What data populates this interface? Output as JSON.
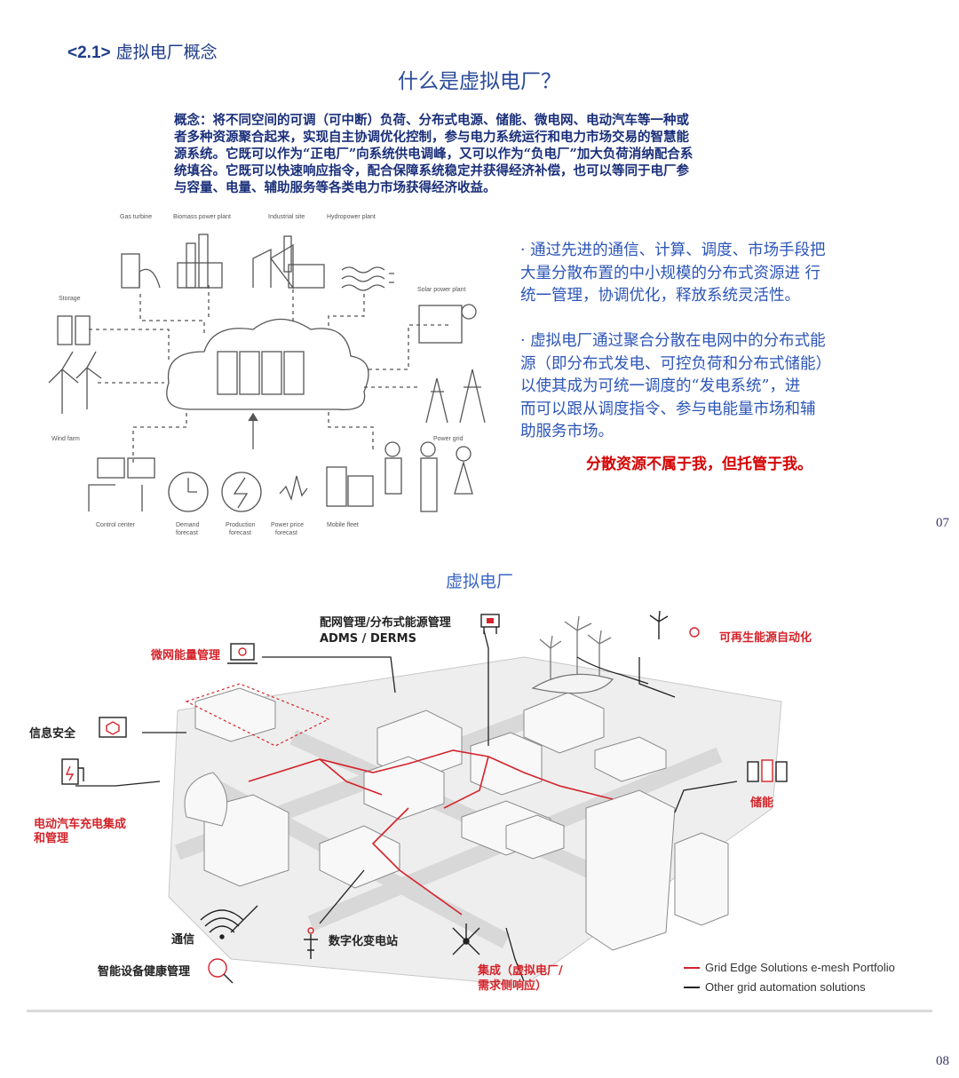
{
  "page1": {
    "section_num": "<2.1>",
    "section_title": " 虚拟电厂概念",
    "title": "什么是虚拟电厂？",
    "concept_lines": [
      "概念：将不同空间的可调（可中断）负荷、分布式电源、储能、微电网、电动汽车等一种或",
      "者多种资源聚合起来，实现自主协调优化控制，参与电力系统运行和电力市场交易的智慧能",
      "源系统。它既可以作为“正电厂”向系统供电调峰，又可以作为“负电厂”加大负荷消纳配合系",
      "统填谷。它既可以快速响应指令，配合保障系统稳定并获得经济补偿，也可以等同于电厂参",
      "与容量、电量、辅助服务等各类电力市场获得经济收益。"
    ],
    "bullet1_lines": [
      "· 通过先进的通信、计算、调度、市场手段把",
      "大量分散布置的中小规模的分布式资源进 行",
      "统一管理，协调优化，释放系统灵活性。"
    ],
    "bullet2_lines": [
      "· 虚拟电厂通过聚合分散在电网中的分布式能",
      "源（即分布式发电、可控负荷和分布式储能）",
      "以使其成为可统一调度的“发电系统”，进",
      "而可以跟从调度指令、参与电能量市场和辅",
      "助服务市场。"
    ],
    "slogan": "分散资源不属于我，但托管于我。",
    "page_number": "07",
    "diagram_labels": {
      "gas_turbine": "Gas turbine",
      "biomass": "Biomass power plant",
      "industrial": "Industrial site",
      "hydropower": "Hydropower plant",
      "storage": "Storage",
      "solar": "Solar power plant",
      "wind": "Wind farm",
      "grid": "Power grid",
      "control": "Control center",
      "demand_1": "Demand",
      "demand_2": "forecast",
      "production_1": "Production",
      "production_2": "forecast",
      "price_1": "Power price",
      "price_2": "forecast",
      "mobile": "Mobile fleet"
    }
  },
  "page2": {
    "title": "虚拟电厂",
    "labels": {
      "adms_1": "配网管理/分布式能源管理",
      "adms_2": "ADMS / DERMS",
      "microgrid": "微网能量管理",
      "renewable": "可再生能源自动化",
      "security": "信息安全",
      "ev_1": "电动汽车充电集成",
      "ev_2": "和管理",
      "storage": "储能",
      "comm": "通信",
      "substation": "数字化变电站",
      "health": "智能设备健康管理",
      "vpp_1": "集成（虚拟电厂/",
      "vpp_2": "需求侧响应）"
    },
    "legend": [
      {
        "label": "Grid Edge Solutions e-mesh Portfolio",
        "color": "#d4232a"
      },
      {
        "label": "Other grid automation solutions",
        "color": "#222222"
      }
    ],
    "page_number": "08"
  }
}
